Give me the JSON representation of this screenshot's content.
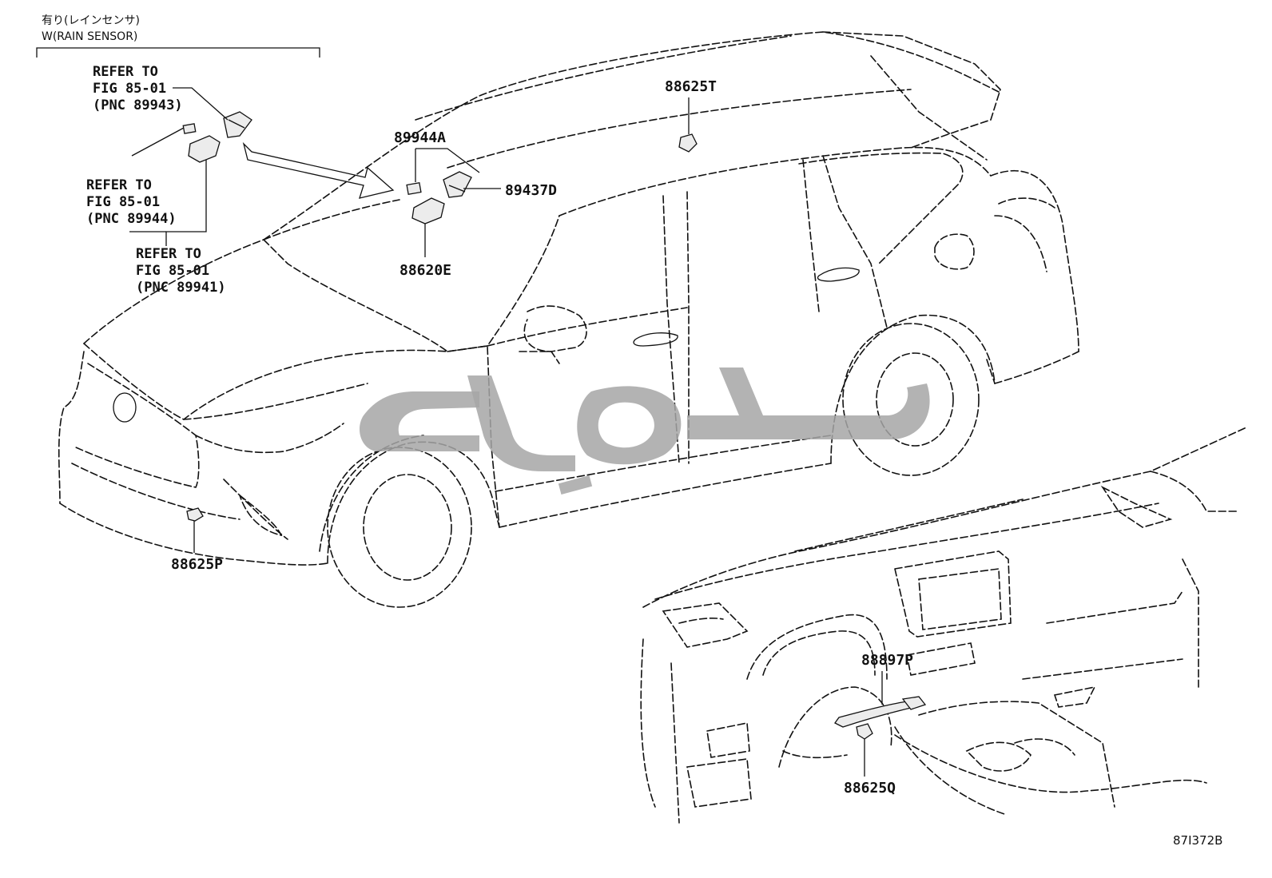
{
  "header": {
    "japanese": "有り(レインセンサ)",
    "english": "W(RAIN SENSOR)"
  },
  "refs": [
    {
      "line1": "REFER TO",
      "line2": "FIG 85-01",
      "line3": "(PNC 89943)"
    },
    {
      "line1": "REFER TO",
      "line2": "FIG 85-01",
      "line3": "(PNC 89944)"
    },
    {
      "line1": "REFER TO",
      "line2": "FIG 85-01",
      "line3": "(PNC 89941)"
    }
  ],
  "parts": {
    "p89944A": "89944A",
    "p89437D": "89437D",
    "p88620E": "88620E",
    "p88625T": "88625T",
    "p88625P": "88625P",
    "p88897P": "88897P",
    "p88625Q": "88625Q"
  },
  "figure_id": "87I372B",
  "colors": {
    "line": "#111111",
    "watermark": "#a6a6a6"
  }
}
